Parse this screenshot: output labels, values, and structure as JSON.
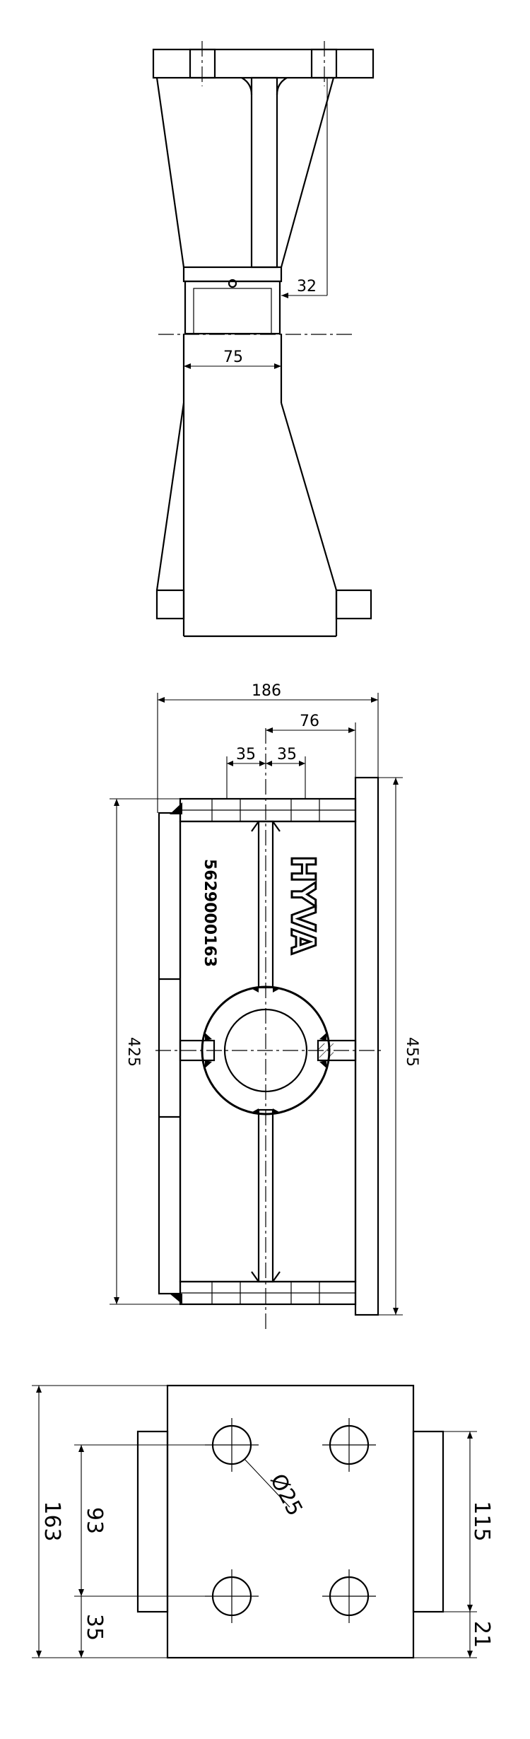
{
  "drawing": {
    "top_view": {
      "dimensions": {
        "gap": "32",
        "width": "75"
      }
    },
    "front_view": {
      "dimensions": {
        "overall_width": "186",
        "offset": "76",
        "left_spacing": "35",
        "right_spacing": "35",
        "inner_height": "425",
        "outer_height": "455"
      },
      "logo": "HYVA",
      "part_number": "5629000163"
    },
    "flange_view": {
      "dimensions": {
        "hole_diameter": "Ø25",
        "overall_height": "163",
        "hole_spacing": "93",
        "bottom_offset": "35",
        "lug_height": "115",
        "lug_offset": "21"
      }
    }
  }
}
